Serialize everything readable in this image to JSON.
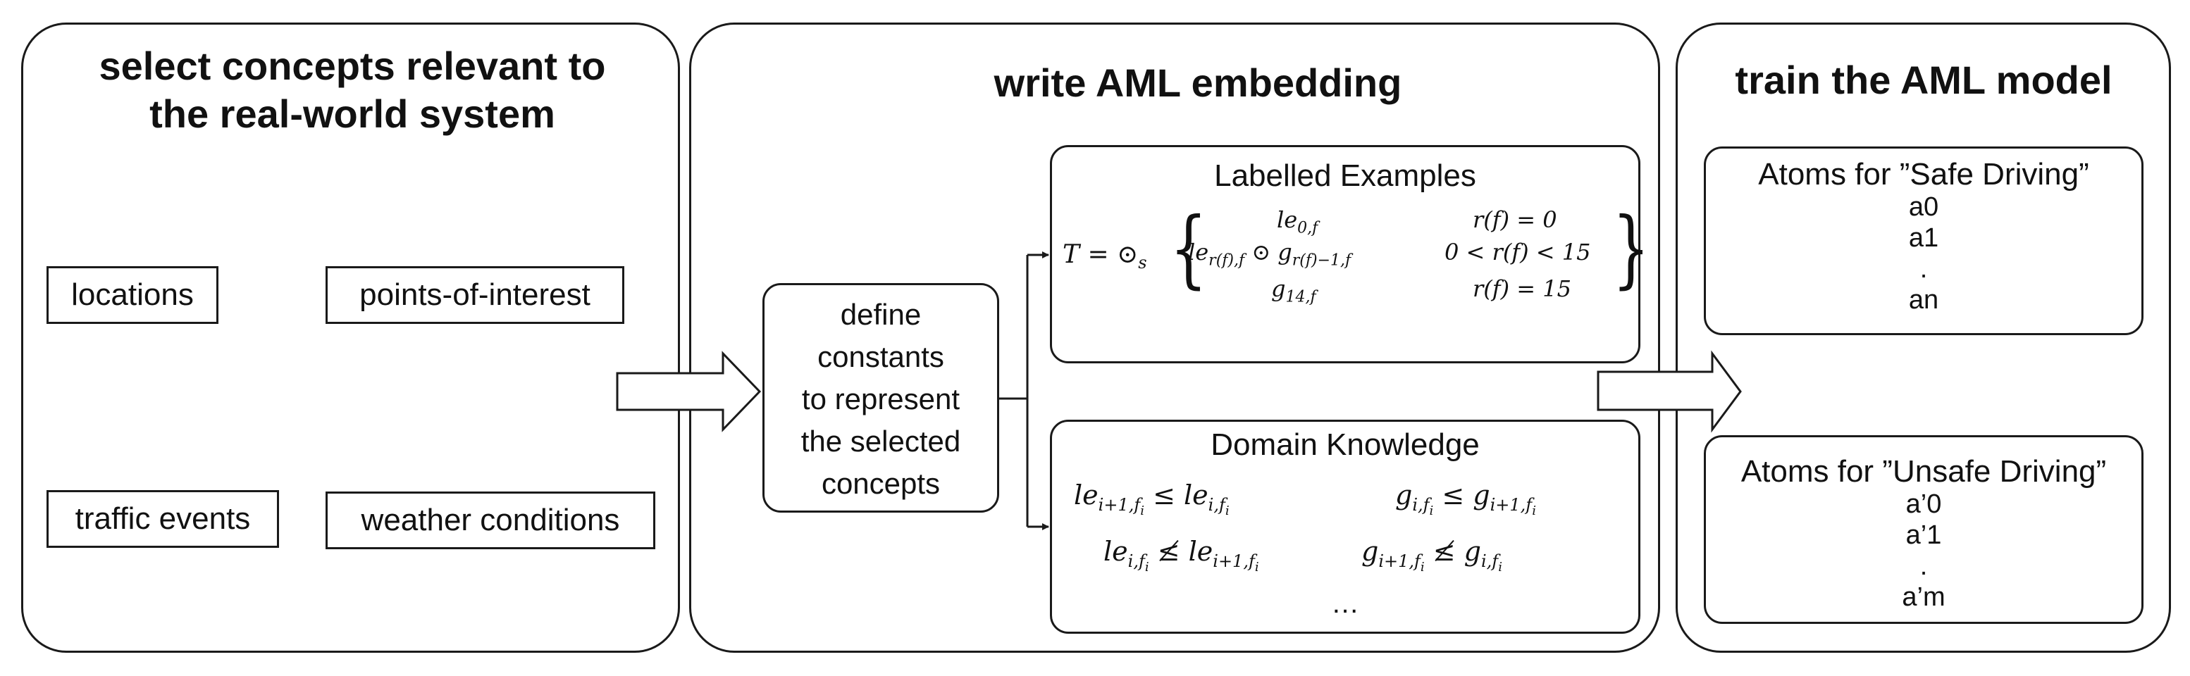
{
  "panels": {
    "select": {
      "title_line1": "select concepts relevant to",
      "title_line2": "the real-world system",
      "concepts": [
        "locations",
        "points-of-interest",
        "traffic events",
        "weather conditions"
      ]
    },
    "embed": {
      "title": "write AML embedding",
      "define_lines": [
        "define",
        "constants",
        "to represent",
        "the selected",
        "concepts"
      ],
      "labelled": {
        "heading": "Labelled Examples",
        "lhs": "T = ⊙",
        "lhs_sub": "s",
        "cases": [
          {
            "expr": "le",
            "expr_sub": "0,f",
            "expr_tail": "",
            "cond": "r(f) = 0"
          },
          {
            "expr": "le",
            "expr_sub": "r(f),f",
            "expr_tail": " ⊙ g",
            "tail_sub": "r(f)−1,f",
            "cond": "0 < r(f) < 15"
          },
          {
            "expr": "g",
            "expr_sub": "14,f",
            "expr_tail": "",
            "cond": "r(f) = 15"
          }
        ]
      },
      "domain": {
        "heading": "Domain Knowledge",
        "row1_left": {
          "a": "le",
          "a_sub": "i+1,f",
          "a_subsub": "i",
          "op": " ≤ ",
          "b": "le",
          "b_sub": "i,f",
          "b_subsub": "i"
        },
        "row1_right": {
          "a": "g",
          "a_sub": "i,f",
          "a_subsub": "i",
          "op": " ≤ ",
          "b": "g",
          "b_sub": "i+1,f",
          "b_subsub": "i"
        },
        "row2_left": {
          "a": "le",
          "a_sub": "i,f",
          "a_subsub": "i",
          "op": " ≰ ",
          "b": "le",
          "b_sub": "i+1,f",
          "b_subsub": "i"
        },
        "row2_right": {
          "a": "g",
          "a_sub": "i+1,f",
          "a_subsub": "i",
          "op": " ≰ ",
          "b": "g",
          "b_sub": "i,f",
          "b_subsub": "i"
        },
        "ellipsis": "…"
      }
    },
    "train": {
      "title": "train the AML model",
      "safe": {
        "heading": "Atoms for ”Safe Driving”",
        "atoms": [
          "a0",
          "a1",
          ".",
          "an"
        ]
      },
      "unsafe": {
        "heading": "Atoms for ”Unsafe Driving”",
        "atoms": [
          "a’0",
          "a’1",
          ".",
          "a’m"
        ]
      }
    }
  }
}
